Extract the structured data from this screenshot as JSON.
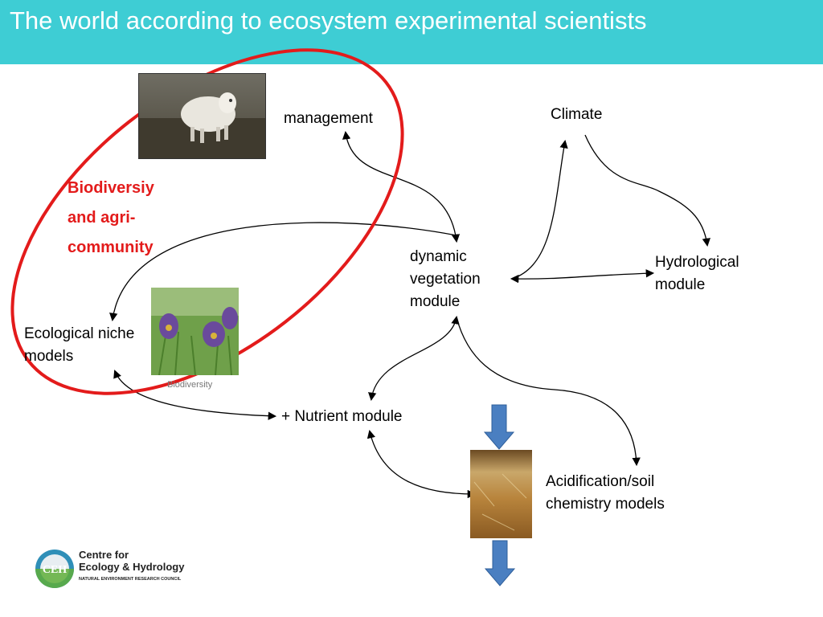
{
  "slide": {
    "title": "The world according to ecosystem experimental scientists"
  },
  "nodes": {
    "management": "management",
    "climate": "Climate",
    "dynamic_vegetation": "dynamic\nvegetation\nmodule",
    "hydrological": "Hydrological\nmodule",
    "ecological_niche": "Ecological niche\nmodels",
    "nutrient": "+ Nutrient module",
    "acidification": "Acidification/soil\nchemistry models"
  },
  "highlight": {
    "label": "Biodiversiy\nand agri-\ncommunity",
    "color": "#e31b1b"
  },
  "images": {
    "flower_caption": "Biodiversity"
  },
  "logo": {
    "badge": "CEH",
    "name": "Centre for\nEcology & Hydrology",
    "sub": "NATURAL ENVIRONMENT RESEARCH COUNCIL"
  },
  "colors": {
    "header": "#3ecdd4",
    "flow_arrow": "#4a7fc1"
  }
}
